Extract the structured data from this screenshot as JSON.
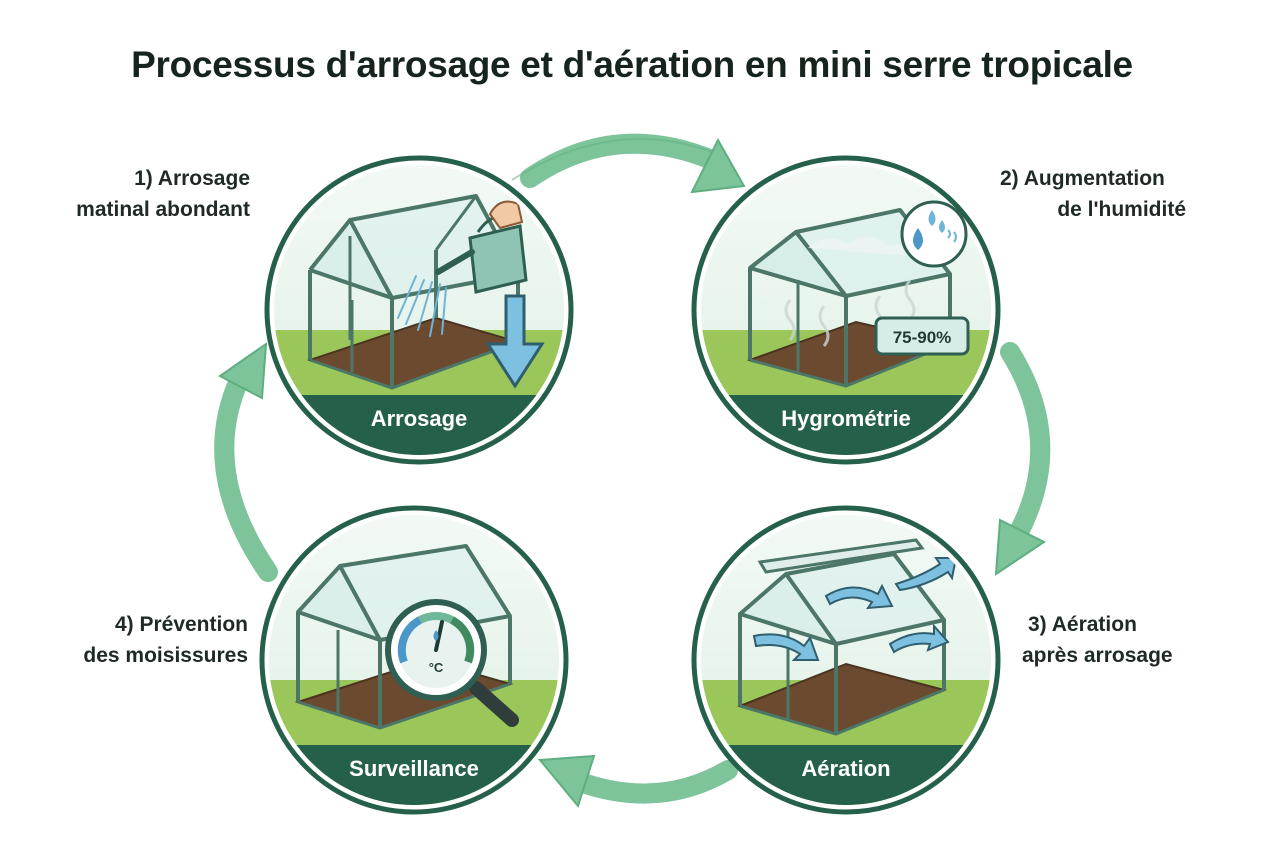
{
  "title": "Processus d'arrosage et d'aération en mini serre tropicale",
  "steps": [
    {
      "label_line1": "1) Arrosage",
      "label_line2": "matinal abondant",
      "circle_title": "Arrosage",
      "icon": "watering-can-icon"
    },
    {
      "label_line1": "2) Augmentation",
      "label_line2": "de l'humidité",
      "circle_title": "Hygrométrie",
      "badge": "75-90%",
      "icon": "water-drops-icon"
    },
    {
      "label_line1": "3) Aération",
      "label_line2": "après arrosage",
      "circle_title": "Aération",
      "icon": "airflow-arrows-icon"
    },
    {
      "label_line1": "4) Prévention",
      "label_line2": "des moisissures",
      "circle_title": "Surveillance",
      "gauge_unit": "°C",
      "icon": "magnifier-gauge-icon"
    }
  ],
  "colors": {
    "dark_green": "#25604a",
    "arrow_green": "#7dc49a",
    "grass": "#9bc75a",
    "sky": "#e6f3ec",
    "soil": "#6b4a30",
    "water_blue": "#6fb3d6"
  }
}
